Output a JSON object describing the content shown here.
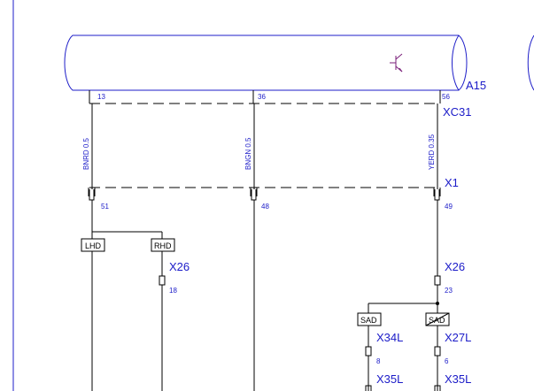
{
  "component": {
    "label": "A15",
    "pins": [
      "13",
      "36",
      "56"
    ]
  },
  "connectors": {
    "top": {
      "label": "XC31"
    },
    "mid": {
      "label": "X1",
      "pins": [
        "51",
        "48",
        "49"
      ]
    },
    "left_x26": {
      "label": "X26",
      "pin": "18"
    },
    "right_x26": {
      "label": "X26",
      "pin": "23"
    },
    "x34l": {
      "label": "X34L",
      "pin": "8"
    },
    "x27l": {
      "label": "X27L",
      "pin": "6"
    },
    "x35l_left": {
      "label": "X35L"
    },
    "x35l_right": {
      "label": "X35L"
    }
  },
  "wires": [
    {
      "color_code": "BNRD 0.5"
    },
    {
      "color_code": "BNGN 0.5"
    },
    {
      "color_code": "YERD 0.35"
    }
  ],
  "option_boxes": {
    "lhd": "LHD",
    "rhd": "RHD",
    "sad_left": "SAD",
    "sad_right": "SAD"
  },
  "colors": {
    "outline": "#1e1ec8",
    "text": "#1b1bc8",
    "wire": "#000000",
    "symbol": "#7a1f7a"
  },
  "icons": {
    "transistor": "transistor-icon"
  }
}
